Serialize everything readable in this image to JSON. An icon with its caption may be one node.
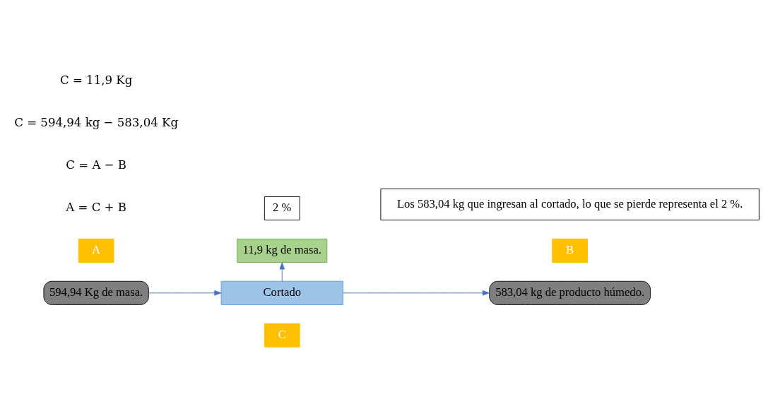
{
  "diagram": {
    "nodes": [
      {
        "text": [
          "C"
        ]
      },
      {
        "text": [
          "11,9 kg de masa."
        ]
      },
      {
        "text": [
          "A"
        ]
      },
      {
        "text": [
          "2 %"
        ]
      },
      {
        "text": [
          "B"
        ]
      },
      {
        "text": [
          "594,94 Kg de masa."
        ]
      },
      {
        "text": [
          "Cortado"
        ]
      },
      {
        "text": [
          "583,04 kg de producto húmedo."
        ]
      },
      {
        "text": [
          "Los 583,04 kg que ingresan al cortado, lo que se pierde representa el 2 %."
        ]
      }
    ],
    "edges": [
      {
        "from": 5,
        "to": 6,
        "arrow": "to"
      },
      {
        "from": 6,
        "to": 1,
        "arrow": "to"
      },
      {
        "from": 6,
        "to": 7,
        "arrow": "to"
      }
    ],
    "labels": [
      "A = C + B",
      "C = A − B",
      "C = 594,94 kg − 583,04 Kg",
      "C = 11,9 Kg"
    ]
  }
}
